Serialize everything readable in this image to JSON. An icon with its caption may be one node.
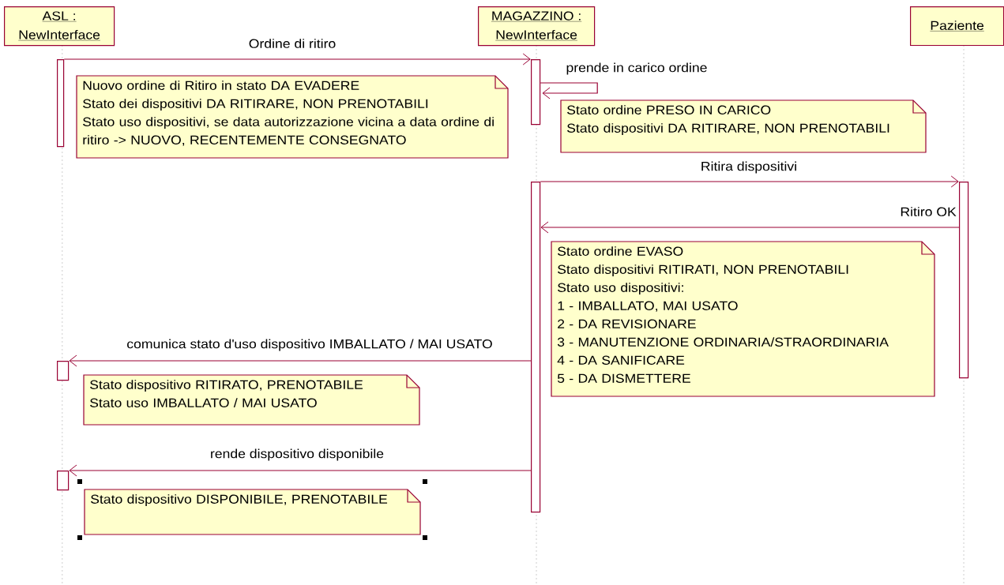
{
  "diagram": {
    "nodes": [
      {
        "text": [
          "ASL :",
          "NewInterface"
        ]
      },
      {
        "text": [
          "MAGAZZINO :",
          "NewInterface"
        ]
      },
      {
        "text": [
          "Paziente"
        ]
      },
      {
        "text": [],
        "shape": "bar"
      },
      {
        "text": [],
        "shape": "bar"
      },
      {
        "text": [],
        "shape": "bar"
      },
      {
        "text": [],
        "shape": "bar"
      },
      {
        "text": [],
        "shape": "bar"
      },
      {
        "text": [],
        "shape": "bar"
      },
      {
        "text": [
          "Nuovo ordine di Ritiro in stato DA EVADERE",
          "Stato dei dispositivi  DA RITIRARE, NON PRENOTABILI",
          "Stato uso dispositivi, se data autorizzazione vicina a data ordine di ritiro -> NUOVO, RECENTEMENTE CONSEGNATO"
        ]
      },
      {
        "text": [
          "Stato ordine PRESO IN CARICO",
          "Stato dispositivi DA RITIRARE, NON PRENOTABILI"
        ]
      },
      {
        "text": [
          "Stato ordine EVASO",
          "Stato dispositivi RITIRATI, NON PRENOTABILI",
          "Stato uso dispositivi:",
          "1 - IMBALLATO, MAI USATO",
          "2 - DA REVISIONARE",
          "3 - MANUTENZIONE ORDINARIA/STRAORDINARIA",
          "4 - DA SANIFICARE",
          "5 - DA DISMETTERE"
        ]
      },
      {
        "text": [
          "Stato dispositivo RITIRATO, PRENOTABILE",
          "Stato uso IMBALLATO / MAI USATO"
        ]
      },
      {
        "text": [
          "Stato dispositivo DISPONIBILE, PRENOTABILE"
        ]
      }
    ],
    "edges": [
      {
        "from": 3,
        "to": 4,
        "arrow": "to",
        "label": "Ordine di ritiro"
      },
      {
        "from": 4,
        "to": 4,
        "arrow": "to",
        "label": "prende in carico ordine"
      },
      {
        "from": 5,
        "to": 6,
        "arrow": "to",
        "label": "Ritira dispositivi"
      },
      {
        "from": 6,
        "to": 5,
        "arrow": "to",
        "label": "Ritiro OK"
      },
      {
        "from": 5,
        "to": 7,
        "arrow": "to",
        "label": "comunica stato d'uso dispositivo IMBALLATO / MAI USATO"
      },
      {
        "from": 5,
        "to": 8,
        "arrow": "to",
        "label": "rende dispositivo disponibile"
      }
    ]
  }
}
